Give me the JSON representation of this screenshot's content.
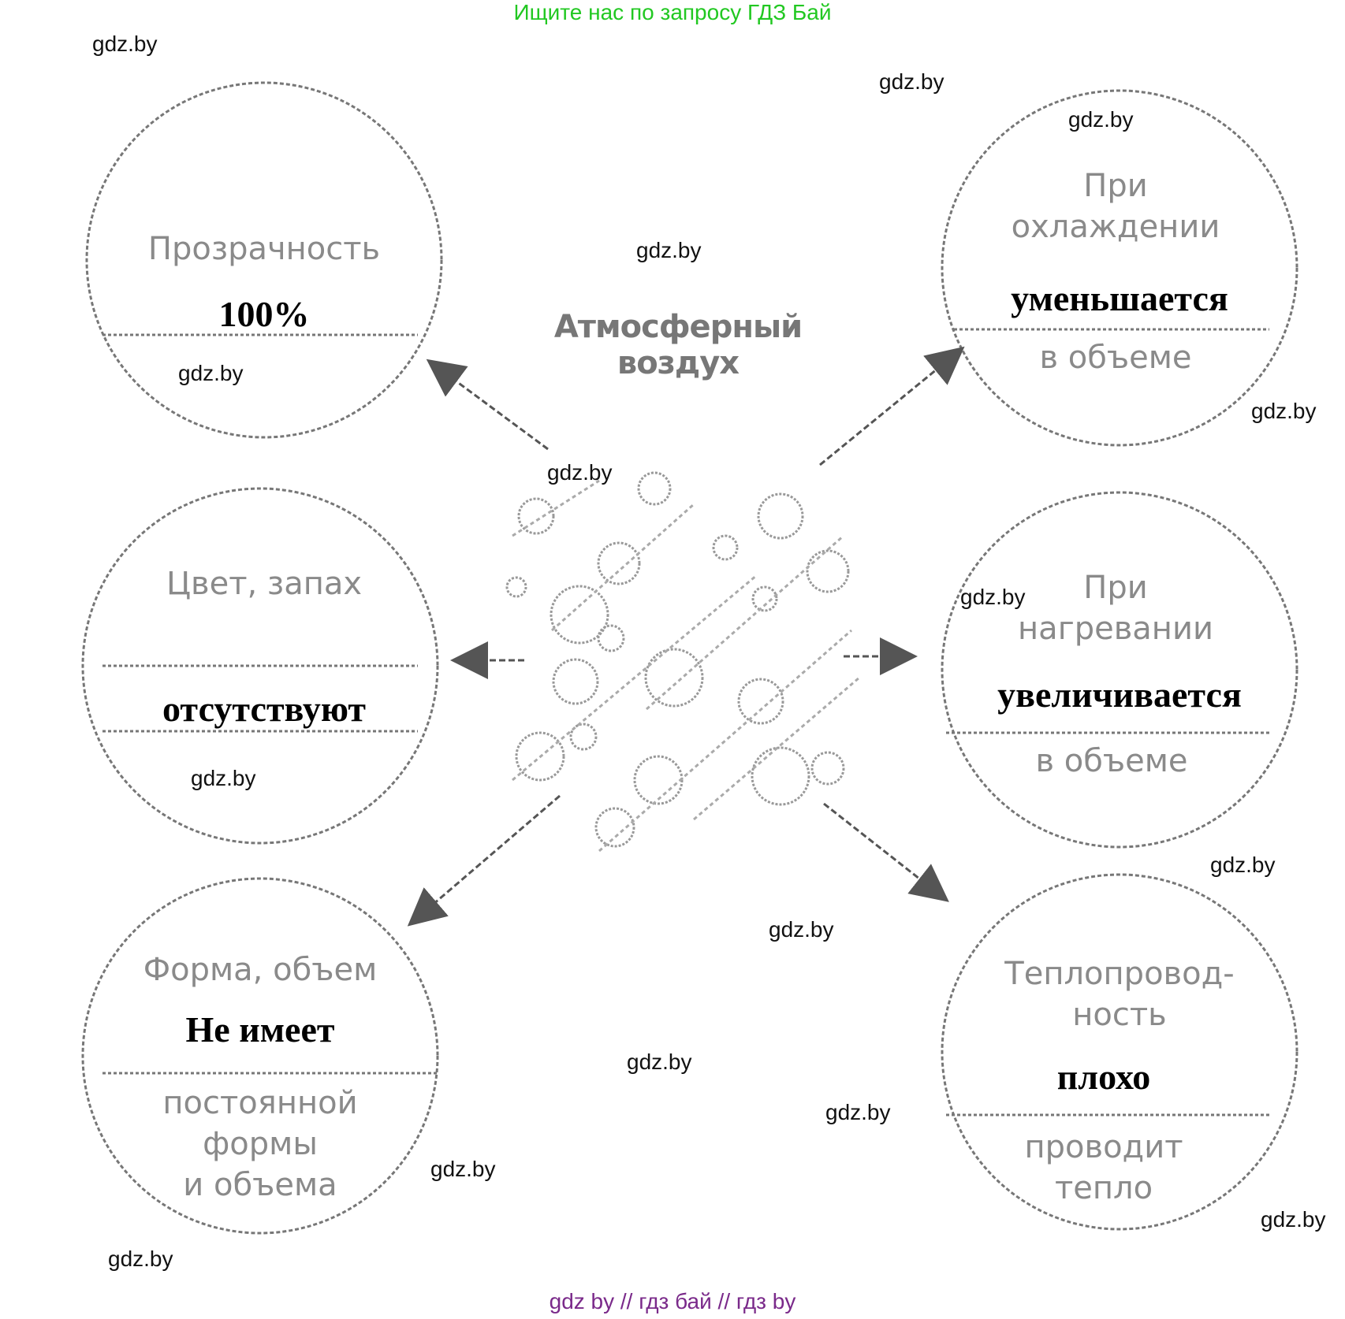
{
  "banner": "Ищите нас по запросу ГДЗ Бай",
  "footer": "gdz by  //  гдз бай  //  гдз by",
  "watermark": "gdz.by",
  "center_title": [
    "Атмосферный",
    "воздух"
  ],
  "circles": [
    {
      "label": [
        "Прозрачность"
      ],
      "answer": "100%",
      "sub": []
    },
    {
      "label": [
        "Цвет, запах"
      ],
      "answer": "отсутствуют",
      "sub": []
    },
    {
      "label": [
        "Форма, объем"
      ],
      "answer": "Не имеет",
      "sub": [
        "постоянной",
        "формы",
        "и объема"
      ]
    },
    {
      "label": [
        "При",
        "охлаждении"
      ],
      "answer": "уменьшается",
      "sub": [
        "в объеме"
      ]
    },
    {
      "label": [
        "При",
        "нагревании"
      ],
      "answer": "увеличивается",
      "sub": [
        "в объеме"
      ]
    },
    {
      "label": [
        "Теплопровод-",
        "ность"
      ],
      "answer": "плохо",
      "sub": [
        "проводит",
        "тепло"
      ]
    }
  ],
  "colors": {
    "banner": "#22c822",
    "footer": "#7a2a8a",
    "answer": "#000000",
    "printed": "#8a8a8a"
  }
}
